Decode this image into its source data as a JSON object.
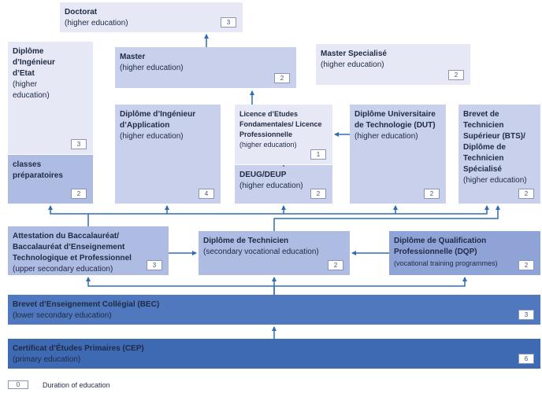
{
  "boxes": {
    "doctorat": {
      "title": "Doctorat",
      "sub": "(higher education)",
      "dur": "3"
    },
    "ingenieur_etat": {
      "title": "Diplôme d’Ingénieur d’Etat",
      "sub": "(higher education)",
      "dur": "3"
    },
    "classes_prep": {
      "title": "classes préparatoires",
      "sub": "",
      "dur": "2"
    },
    "master": {
      "title": "Master",
      "sub": "(higher education)",
      "dur": "2"
    },
    "master_specialise": {
      "title": "Master Specialisé",
      "sub": "(higher education)",
      "dur": "2"
    },
    "ingenieur_application": {
      "title": "Diplôme d’Ingénieur d’Application",
      "sub": "(higher education)",
      "dur": "4"
    },
    "licence": {
      "title": "Licence d’Etudes Fondamentales/ Licence Professionnelle",
      "sub": "(higher education)",
      "dur": "1"
    },
    "deug": {
      "title": "DEUG/DEUP",
      "sub": "(higher education)",
      "dur": "2"
    },
    "dut": {
      "title": "Diplôme Universitaire de Technologie (DUT)",
      "sub": "(higher education)",
      "dur": "2"
    },
    "bts": {
      "title": "Brevet de Technicien Supérieur (BTS)/ Diplôme de Technicien Spécialisé",
      "sub": "(higher education)",
      "dur": "2"
    },
    "bac": {
      "title": "Attestation du Baccalauréat/ Baccalauréat d’Enseignement Technologique et Professionnel",
      "sub": "(upper secondary education)",
      "dur": "3"
    },
    "technicien": {
      "title": "Diplôme de Technicien",
      "sub": "(secondary vocational education)",
      "dur": "2"
    },
    "dqp": {
      "title": "Diplôme de Qualification Professionnelle (DQP)",
      "sub": "(vocational training programmes)",
      "dur": "2"
    },
    "bec": {
      "title": "Brevet d’Enseignement Collégial (BEC)",
      "sub": "(lower secondary education)",
      "dur": "3"
    },
    "cep": {
      "title": "Certificat d’Études Primaires (CEP)",
      "sub": "(primary education)",
      "dur": "6"
    }
  },
  "legend": {
    "sample": "0",
    "label": "Duration of education"
  },
  "colors": {
    "level1": "#e6e8f5",
    "level2": "#c9d0ec",
    "level3": "#aebbe3",
    "level4": "#8fa3d6",
    "level5": "#4f78be",
    "level6": "#3e69b3",
    "arrow": "#2f6db5"
  }
}
